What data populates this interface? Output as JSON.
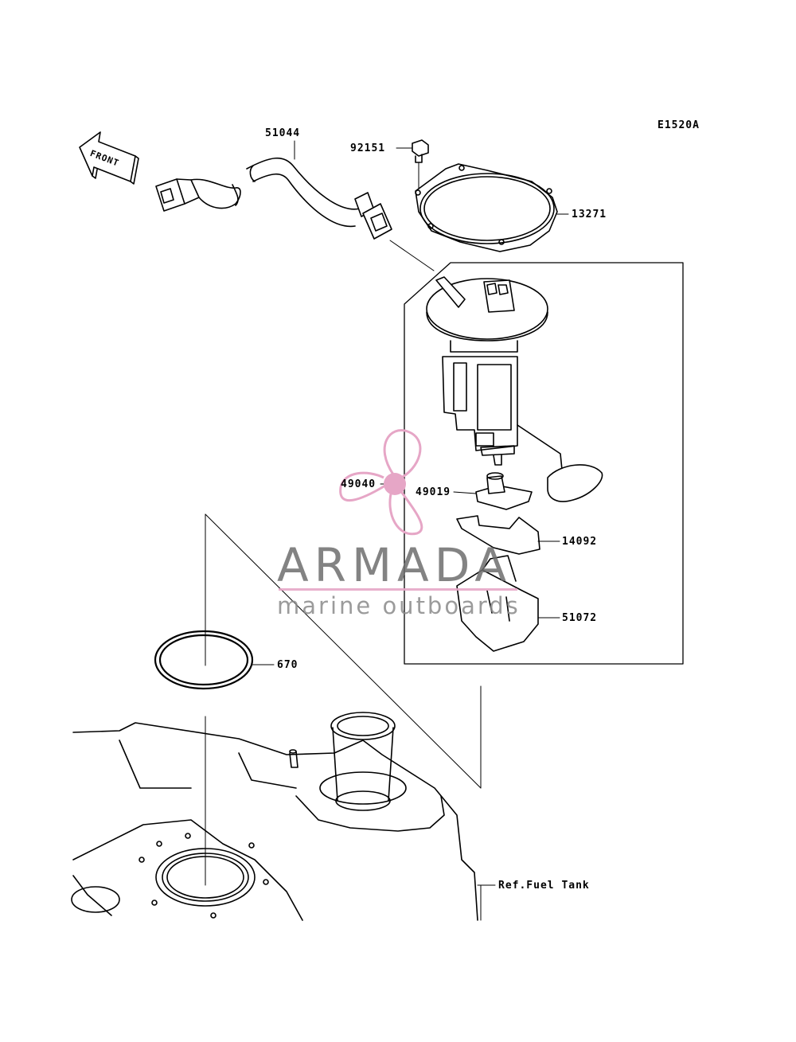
{
  "diagram_code": "E1520A",
  "front_label": "FRONT",
  "parts": [
    {
      "number": "51044"
    },
    {
      "number": "92151"
    },
    {
      "number": "13271"
    },
    {
      "number": "49040"
    },
    {
      "number": "49019"
    },
    {
      "number": "14092"
    },
    {
      "number": "51072"
    },
    {
      "number": "670"
    }
  ],
  "reference_label": "Ref.Fuel Tank",
  "watermark": {
    "brand": "ARMADA",
    "tagline": "marine outboards",
    "accent_color": "#e6a6c6"
  }
}
